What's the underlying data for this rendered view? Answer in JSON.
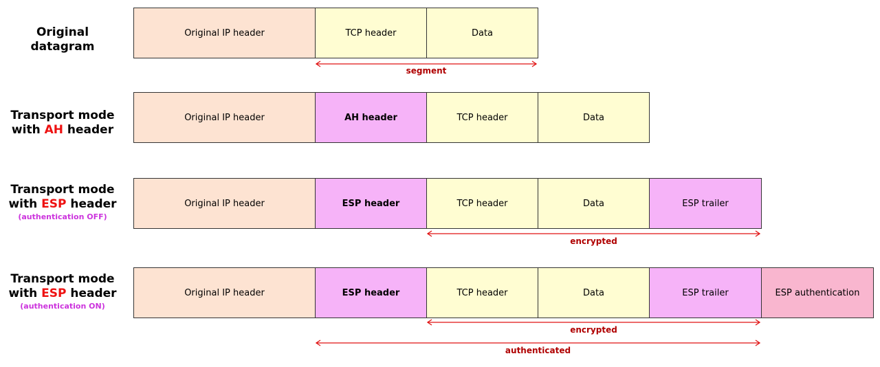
{
  "colors": {
    "ip_header": "#fde3d2",
    "tcp_data": "#fffdd2",
    "auth_header": "#f6b3f8",
    "esp_auth": "#f9b6cf",
    "highlight": "#ee1111",
    "note": "#cc33dd",
    "arrow": "#e01111",
    "arrow_label": "#b00000"
  },
  "rows": [
    {
      "id": "original",
      "label": {
        "line1": "Original datagram"
      },
      "blocks": [
        {
          "name": "original-ip-header",
          "text": "Original IP header",
          "color": "ip_header"
        },
        {
          "name": "tcp-header",
          "text": "TCP header",
          "color": "tcp_data"
        },
        {
          "name": "data",
          "text": "Data",
          "color": "tcp_data"
        }
      ],
      "spans": [
        {
          "name": "segment-span",
          "label": "segment"
        }
      ]
    },
    {
      "id": "ah",
      "label": {
        "line1": "Transport mode",
        "pre": "with ",
        "hl": "AH",
        "post": " header"
      },
      "blocks": [
        {
          "name": "original-ip-header",
          "text": "Original IP header",
          "color": "ip_header"
        },
        {
          "name": "ah-header",
          "text": "AH header",
          "color": "auth_header",
          "bold": true
        },
        {
          "name": "tcp-header",
          "text": "TCP header",
          "color": "tcp_data"
        },
        {
          "name": "data",
          "text": "Data",
          "color": "tcp_data"
        }
      ],
      "spans": []
    },
    {
      "id": "esp-off",
      "label": {
        "line1": "Transport mode",
        "pre": "with ",
        "hl": "ESP",
        "post": " header",
        "note": "(authentication OFF)"
      },
      "blocks": [
        {
          "name": "original-ip-header",
          "text": "Original IP header",
          "color": "ip_header"
        },
        {
          "name": "esp-header",
          "text": "ESP header",
          "color": "auth_header",
          "bold": true
        },
        {
          "name": "tcp-header",
          "text": "TCP header",
          "color": "tcp_data"
        },
        {
          "name": "data",
          "text": "Data",
          "color": "tcp_data"
        },
        {
          "name": "esp-trailer",
          "text": "ESP trailer",
          "color": "auth_header"
        }
      ],
      "spans": [
        {
          "name": "encrypted-span",
          "label": "encrypted"
        }
      ]
    },
    {
      "id": "esp-on",
      "label": {
        "line1": "Transport mode",
        "pre": "with ",
        "hl": "ESP",
        "post": " header",
        "note": "(authentication ON)"
      },
      "blocks": [
        {
          "name": "original-ip-header",
          "text": "Original IP header",
          "color": "ip_header"
        },
        {
          "name": "esp-header",
          "text": "ESP header",
          "color": "auth_header",
          "bold": true
        },
        {
          "name": "tcp-header",
          "text": "TCP header",
          "color": "tcp_data"
        },
        {
          "name": "data",
          "text": "Data",
          "color": "tcp_data"
        },
        {
          "name": "esp-trailer",
          "text": "ESP trailer",
          "color": "auth_header"
        },
        {
          "name": "esp-authentication",
          "text": "ESP authentication",
          "color": "esp_auth"
        }
      ],
      "spans": [
        {
          "name": "encrypted-span",
          "label": "encrypted"
        },
        {
          "name": "authenticated-span",
          "label": "authenticated"
        }
      ]
    }
  ]
}
